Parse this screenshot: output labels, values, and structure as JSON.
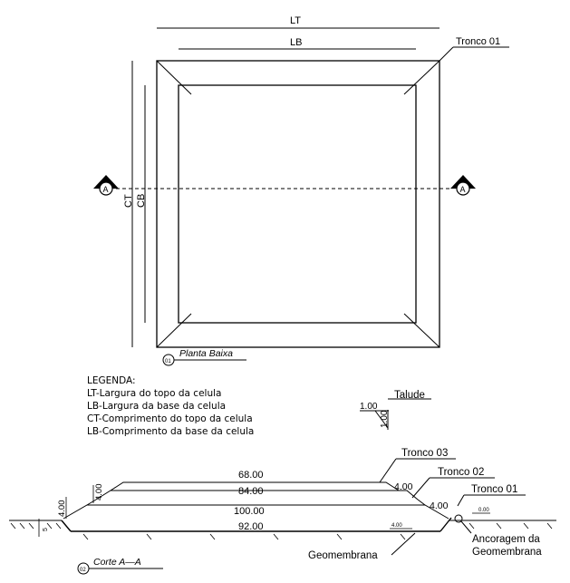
{
  "plan": {
    "lt_label": "LT",
    "lb_label": "LB",
    "ct_label": "CT",
    "cb_label": "CB",
    "tronco01_label": "Tronco 01",
    "section_marker": "A",
    "view_number": "01",
    "view_title": "Planta Baixa"
  },
  "legend": {
    "title": "LEGENDA:",
    "items": [
      "LT-Largura do topo da celula",
      "LB-Largura da base da celula",
      "CT-Comprimento do topo da celula",
      "LB-Comprimento da base da celula"
    ]
  },
  "talude": {
    "label": "Talude",
    "h_value": "1.00",
    "v_value": "1.00"
  },
  "section": {
    "dim_68": "68.00",
    "dim_84": "84.00",
    "dim_100": "100.00",
    "dim_92": "92.00",
    "dim_4_a": "4.00",
    "dim_4_b": "4.00",
    "dim_4_c": "4.00",
    "dim_4_d": "4.00",
    "dim_4_small": "4.00",
    "dim_5": "5",
    "dim_0": "0.00",
    "tronco03_label": "Tronco 03",
    "tronco02_label": "Tronco 02",
    "tronco01_label": "Tronco 01",
    "geomembrana_label": "Geomembrana",
    "ancoragem_line1": "Ancoragem da",
    "ancoragem_line2": "Geomembrana",
    "view_number": "02",
    "view_title": "Corte A—A"
  }
}
